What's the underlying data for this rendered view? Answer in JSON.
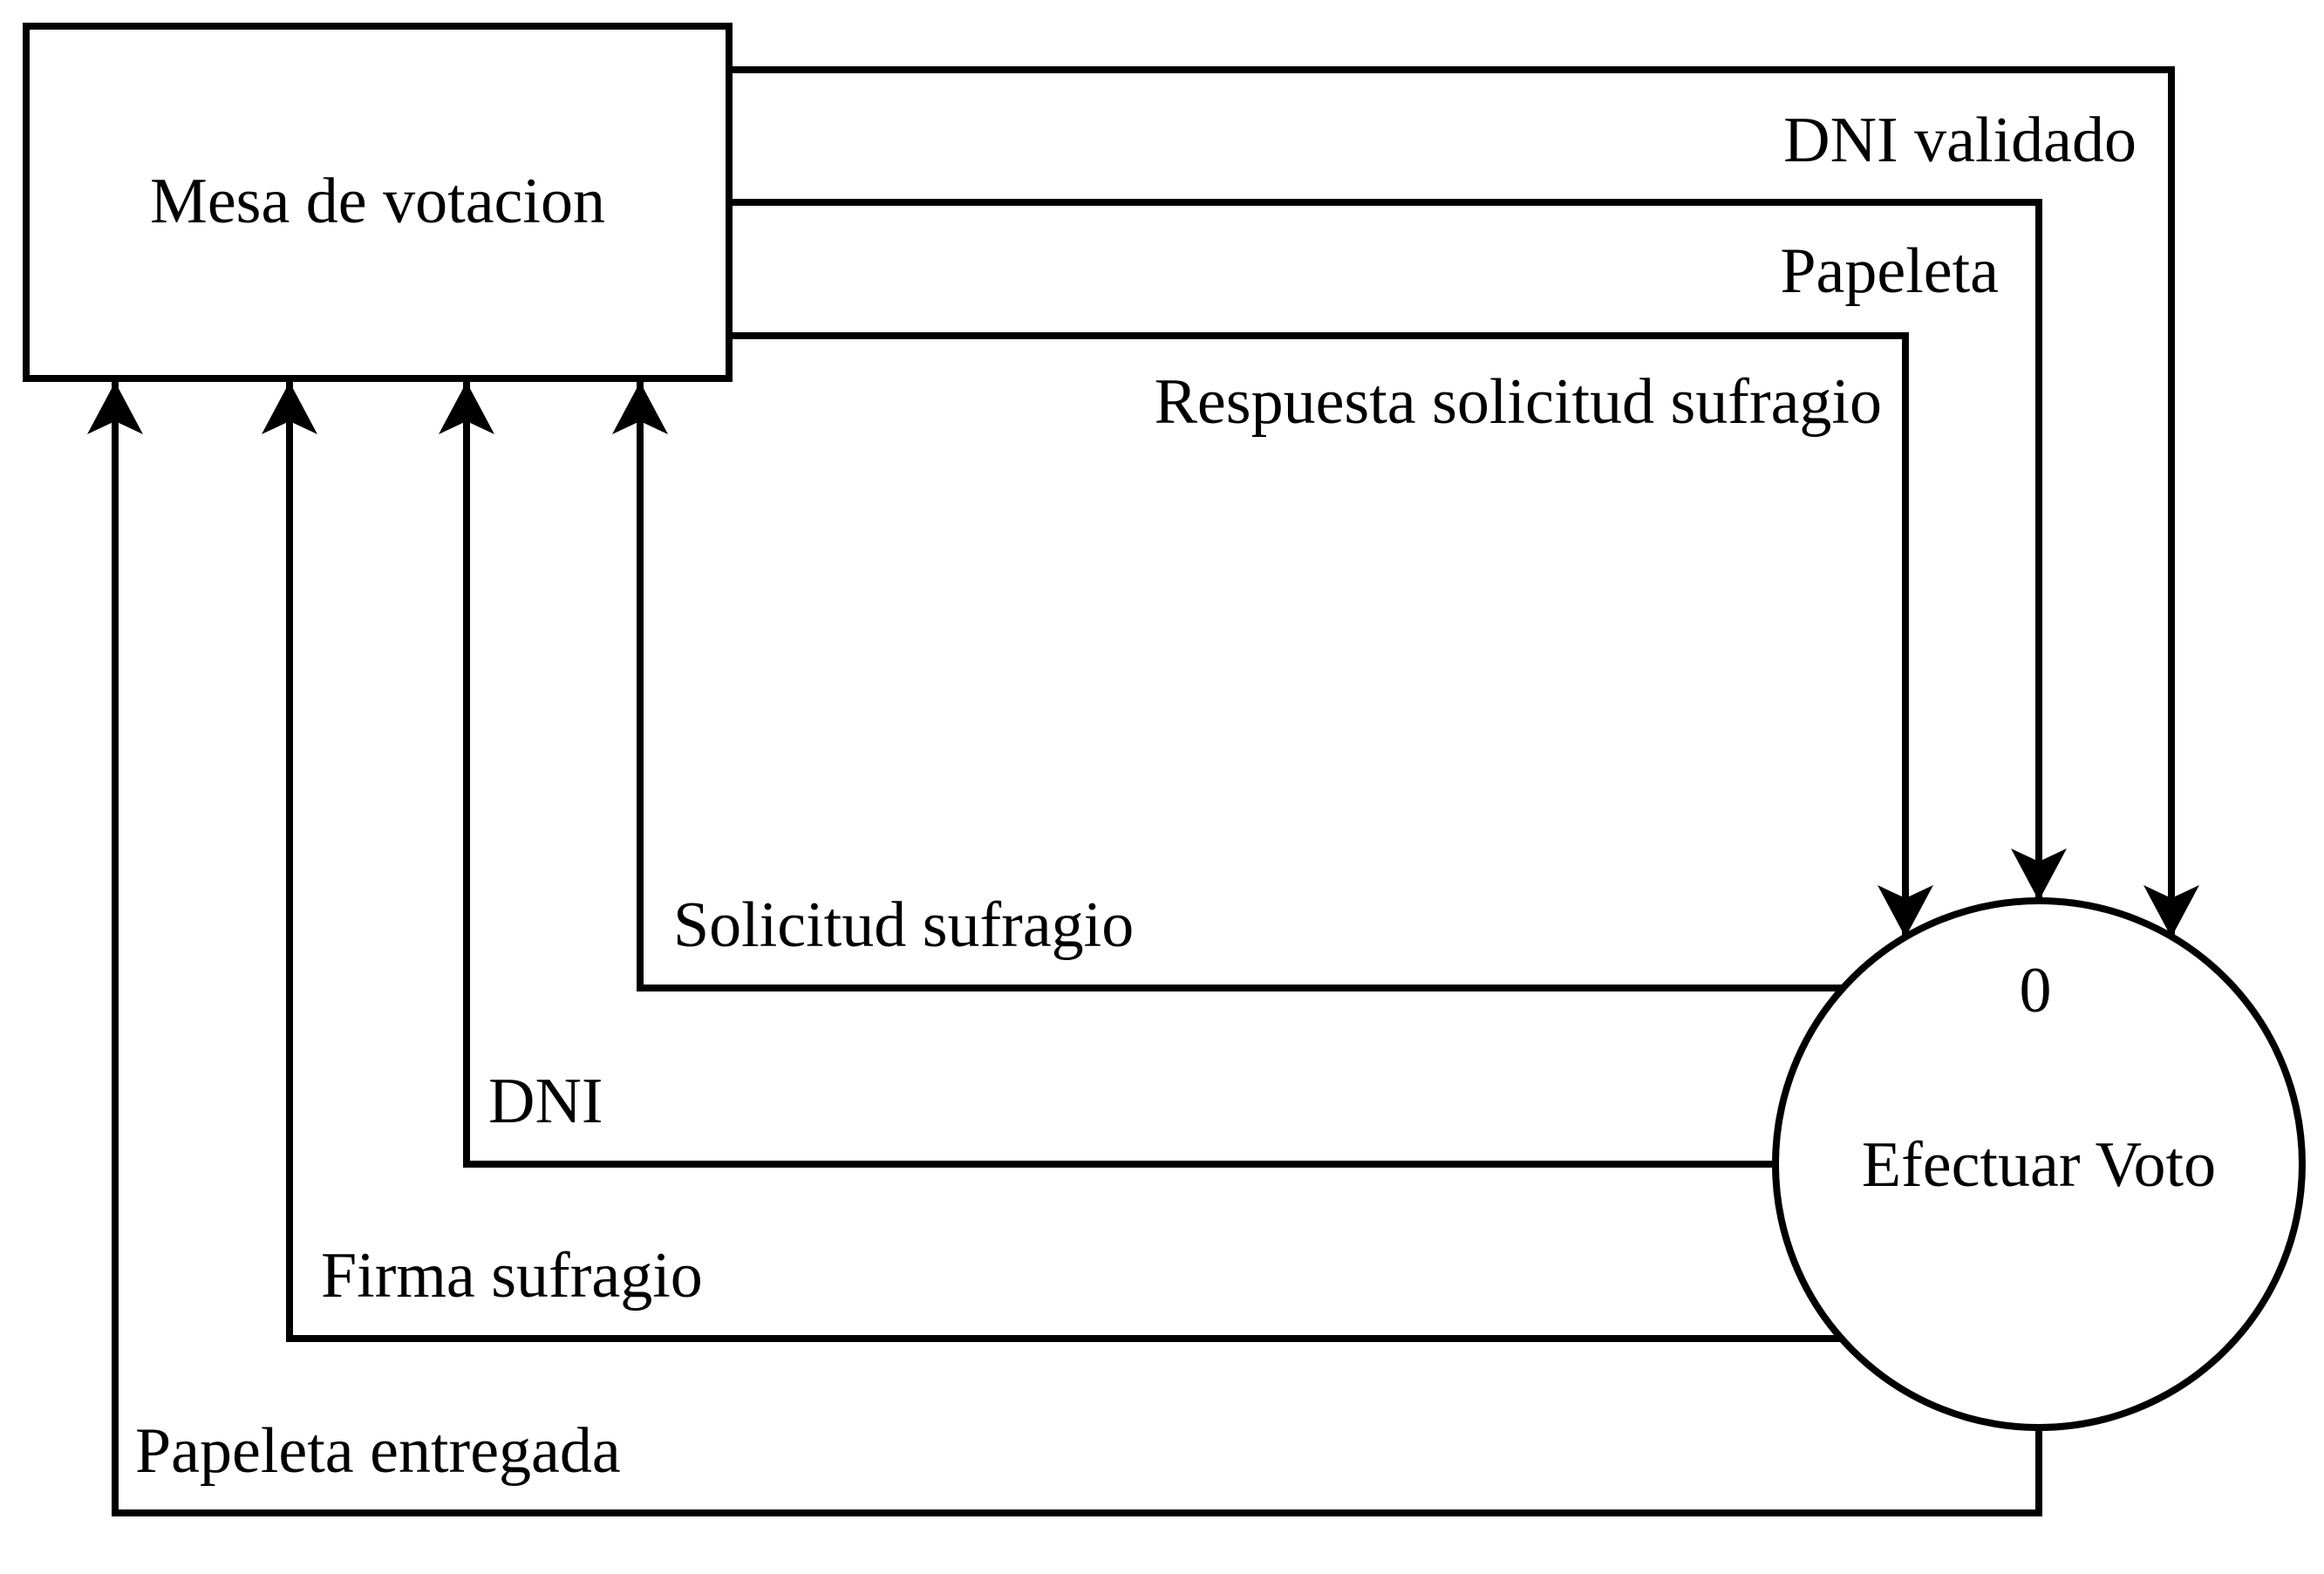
{
  "external_entity": {
    "label": "Mesa de votacion"
  },
  "process": {
    "number": "0",
    "label": "Efectuar Voto"
  },
  "flows_to_process": [
    {
      "label": "DNI validado"
    },
    {
      "label": "Papeleta"
    },
    {
      "label": "Respuesta solicitud sufragio"
    }
  ],
  "flows_to_entity": [
    {
      "label": "Solicitud sufragio"
    },
    {
      "label": "DNI"
    },
    {
      "label": "Firma sufragio"
    },
    {
      "label": "Papeleta entregada"
    }
  ],
  "colors": {
    "stroke": "#000000",
    "background": "#ffffff"
  }
}
